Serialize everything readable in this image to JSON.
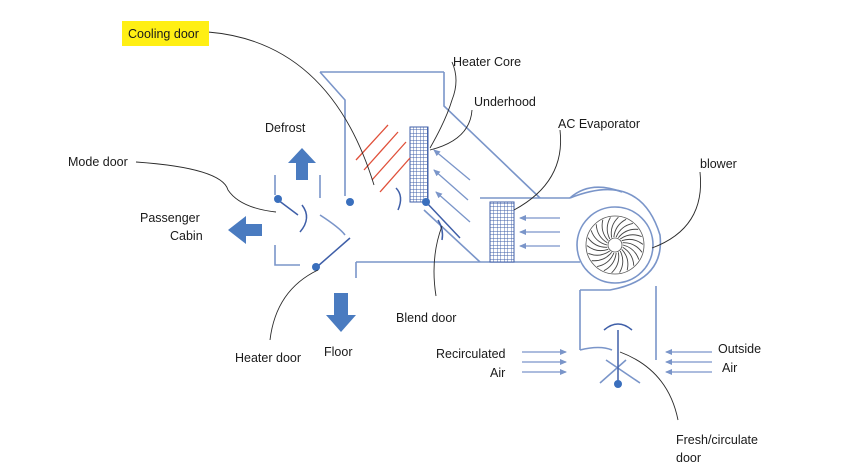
{
  "diagram": {
    "labels": {
      "cooling_door": "Cooling door",
      "heater_core": "Heater Core",
      "underhood": "Underhood",
      "ac_evaporator": "AC Evaporator",
      "defrost": "Defrost",
      "mode_door": "Mode door",
      "blower": "blower",
      "passenger_line1": "Passenger",
      "passenger_line2": "Cabin",
      "blend_door": "Blend door",
      "heater_door": "Heater door",
      "floor": "Floor",
      "recirculated_line1": "Recirculated",
      "recirculated_line2": "Air",
      "outside_line1": "Outside",
      "outside_line2": "Air",
      "fresh_line1": "Fresh/circulate",
      "fresh_line2": "door"
    },
    "colors": {
      "duct": "#7a95c9",
      "arrow_fill": "#4a7bc0",
      "pivot": "#3a6fbd",
      "highlight": "#ffef14",
      "hot_line": "#e0503a",
      "leader": "#2a2a2a",
      "text": "#1a1a1a"
    }
  }
}
